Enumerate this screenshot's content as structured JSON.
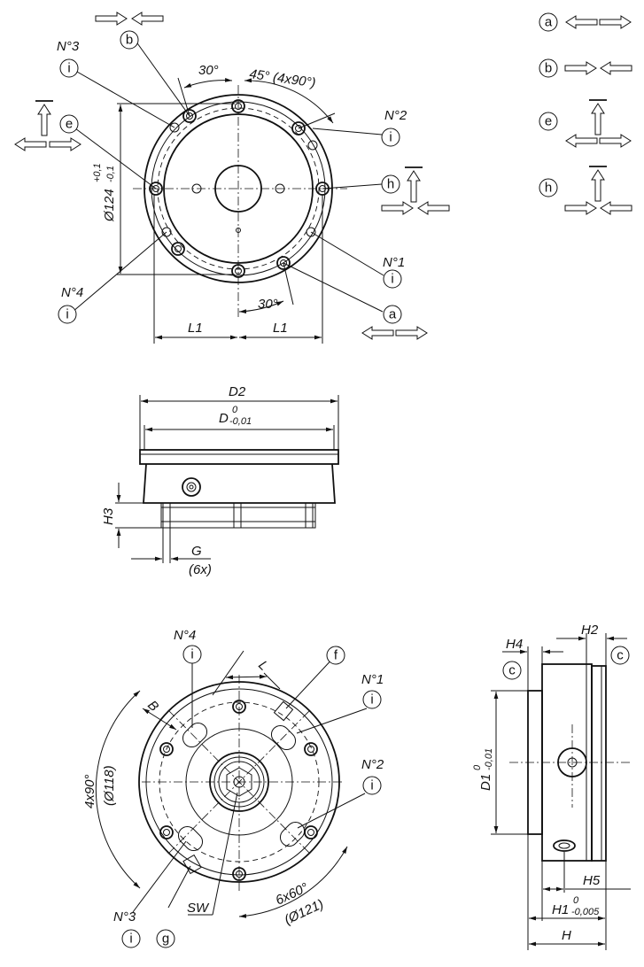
{
  "callouts": {
    "a": "a",
    "b": "b",
    "c": "c",
    "e": "e",
    "f": "f",
    "g": "g",
    "h": "h",
    "i": "i"
  },
  "top_view": {
    "n1": "N°1",
    "n2": "N°2",
    "n3": "N°3",
    "n4": "N°4",
    "angle_30_top": "30°",
    "angle_45": "45° (4x90°)",
    "angle_30_bottom": "30°",
    "dia_main": "Ø124",
    "tol_upper": "+0,1",
    "tol_lower": "-0,1",
    "l1_left": "L1",
    "l1_right": "L1"
  },
  "side_view": {
    "d2": "D2",
    "d_main": "D",
    "d_tol_upper": "0",
    "d_tol_lower": "-0,01",
    "h3": "H3",
    "g": "G",
    "g_count": "(6x)"
  },
  "bottom_view": {
    "n1": "N°1",
    "n2": "N°2",
    "n3": "N°3",
    "n4": "N°4",
    "l": "L",
    "b": "B",
    "angle_4x90": "4x90°",
    "dia_118": "(Ø118)",
    "angle_6x60": "6x60°",
    "dia_121": "(Ø121)",
    "sw": "SW"
  },
  "section_view": {
    "h2": "H2",
    "h4": "H4",
    "d1": "D1",
    "d1_tol_upper": "0",
    "d1_tol_lower": "-0,01",
    "h5": "H5",
    "h1": "H1",
    "h1_tol_upper": "0",
    "h1_tol_lower": "-0,005",
    "h": "H"
  }
}
